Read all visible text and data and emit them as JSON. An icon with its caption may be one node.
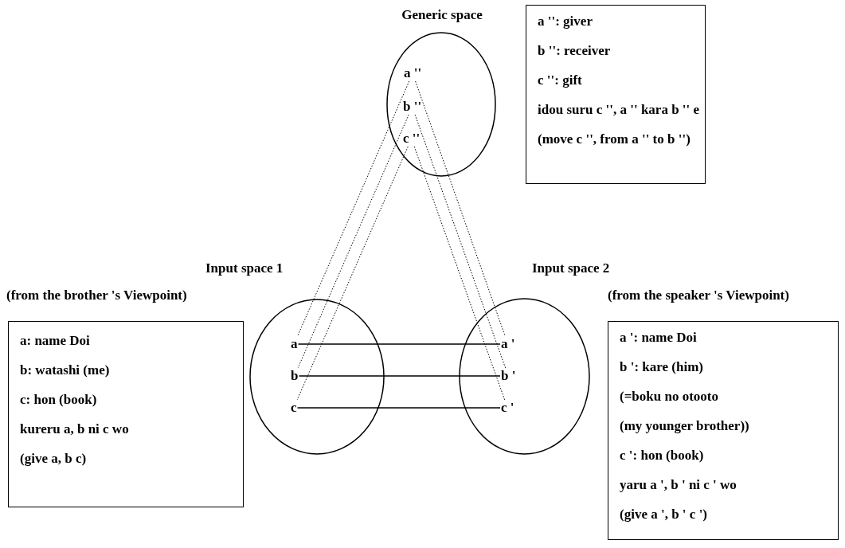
{
  "diagram": {
    "nodes": [
      {
        "text": [
          "Generic space"
        ]
      },
      {
        "text": [
          "a ''"
        ],
        "in": 0
      },
      {
        "text": [
          "b ''"
        ],
        "in": 0
      },
      {
        "text": [
          "c ''"
        ],
        "in": 0
      },
      {
        "text": [
          "Input space 1"
        ]
      },
      {
        "text": [
          "a"
        ],
        "in": 4
      },
      {
        "text": [
          "b"
        ],
        "in": 4
      },
      {
        "text": [
          "c"
        ],
        "in": 4
      },
      {
        "text": [
          "Input space 2"
        ]
      },
      {
        "text": [
          "a '"
        ],
        "in": 8
      },
      {
        "text": [
          "b '"
        ],
        "in": 8
      },
      {
        "text": [
          "c '"
        ],
        "in": 8
      },
      {
        "text": [
          "a '': giver",
          "b '': receiver",
          "c '': gift",
          "idou suru c '', a '' kara b '' e",
          "(move c '', from a '' to b '')"
        ]
      },
      {
        "text": [
          "(from the brother 's Viewpoint)",
          "a: name Doi",
          "b: watashi (me)",
          "c: hon (book)",
          "kureru a, b ni c wo",
          "(give a, b c)"
        ]
      },
      {
        "text": [
          "(from the speaker 's Viewpoint)",
          "a ': name Doi",
          "b ': kare (him)",
          "(=boku no otooto",
          "(my younger brother))",
          "c ': hon (book)",
          "yaru a ', b ' ni c ' wo",
          "(give a ', b ' c ')"
        ]
      }
    ],
    "edges": [
      {
        "from": 5,
        "to": 9,
        "arrow": "none"
      },
      {
        "from": 6,
        "to": 10,
        "arrow": "none"
      },
      {
        "from": 7,
        "to": 11,
        "arrow": "none"
      },
      {
        "from": 1,
        "to": 5,
        "arrow": "none",
        "style": "dashed"
      },
      {
        "from": 2,
        "to": 6,
        "arrow": "none",
        "style": "dashed"
      },
      {
        "from": 3,
        "to": 7,
        "arrow": "none",
        "style": "dashed"
      },
      {
        "from": 1,
        "to": 9,
        "arrow": "none",
        "style": "dashed"
      },
      {
        "from": 2,
        "to": 10,
        "arrow": "none",
        "style": "dashed"
      },
      {
        "from": 3,
        "to": 11,
        "arrow": "none",
        "style": "dashed"
      }
    ]
  }
}
